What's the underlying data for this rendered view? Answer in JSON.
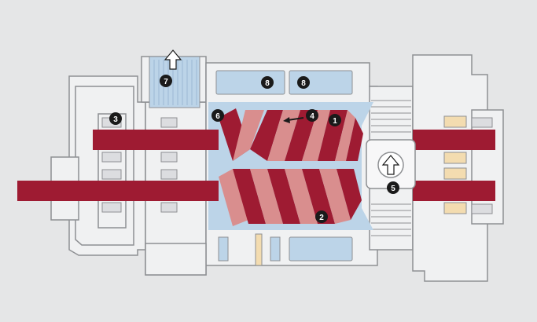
{
  "colors": {
    "background": "#e5e6e7",
    "housing_fill": "#f0f1f2",
    "housing_stroke": "#8e9093",
    "shaft": "#9e1b32",
    "rotor_dark": "#9e1b32",
    "rotor_light": "#d98e8e",
    "chamber_blue": "#bcd4e8",
    "marker": "#1a1a1a",
    "bearing_tan": "#f3dcb0"
  },
  "markers": [
    {
      "id": "1",
      "label": "1"
    },
    {
      "id": "2",
      "label": "2"
    },
    {
      "id": "3",
      "label": "3"
    },
    {
      "id": "4",
      "label": "4"
    },
    {
      "id": "5",
      "label": "5"
    },
    {
      "id": "6",
      "label": "6"
    },
    {
      "id": "7",
      "label": "7"
    },
    {
      "id": "8a",
      "label": "8"
    },
    {
      "id": "8b",
      "label": "8"
    }
  ],
  "icons": {
    "discharge_arrow": "arrow-up-icon",
    "suction_arrow": "arrow-up-icon",
    "flow_direction": "arrow-left-icon"
  }
}
